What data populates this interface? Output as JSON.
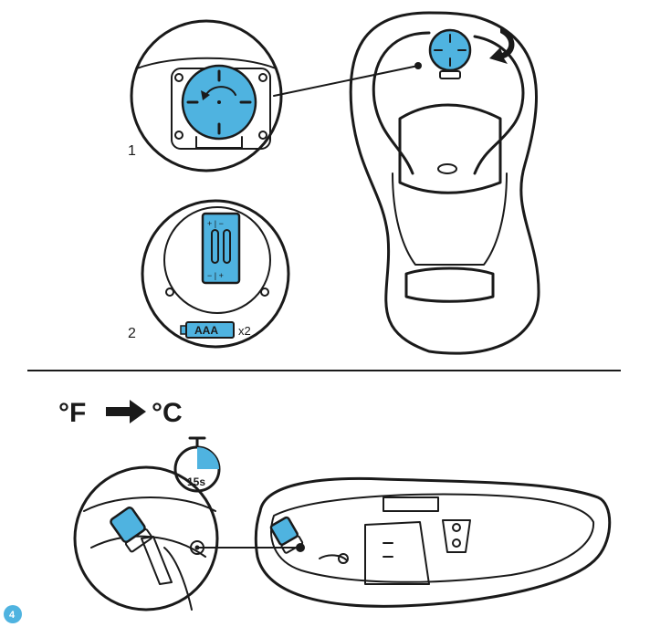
{
  "colors": {
    "accent": "#4fb3e0",
    "accent_light": "#a9d8ef",
    "ink": "#1a1a1a",
    "background": "#ffffff"
  },
  "panel_top": {
    "step_1_label": "1",
    "step_2_label": "2",
    "battery_label": "AAA",
    "battery_count": "x2",
    "polarity_top": "+ | −",
    "polarity_bottom": "− | +"
  },
  "panel_bottom": {
    "unit_from": "°F",
    "unit_to": "°C",
    "timer_label": "15s"
  },
  "step_badge": "4",
  "icons": [
    "rotate-arrow-icon",
    "stopwatch-icon",
    "conversion-arrow-icon",
    "battery-icon"
  ]
}
